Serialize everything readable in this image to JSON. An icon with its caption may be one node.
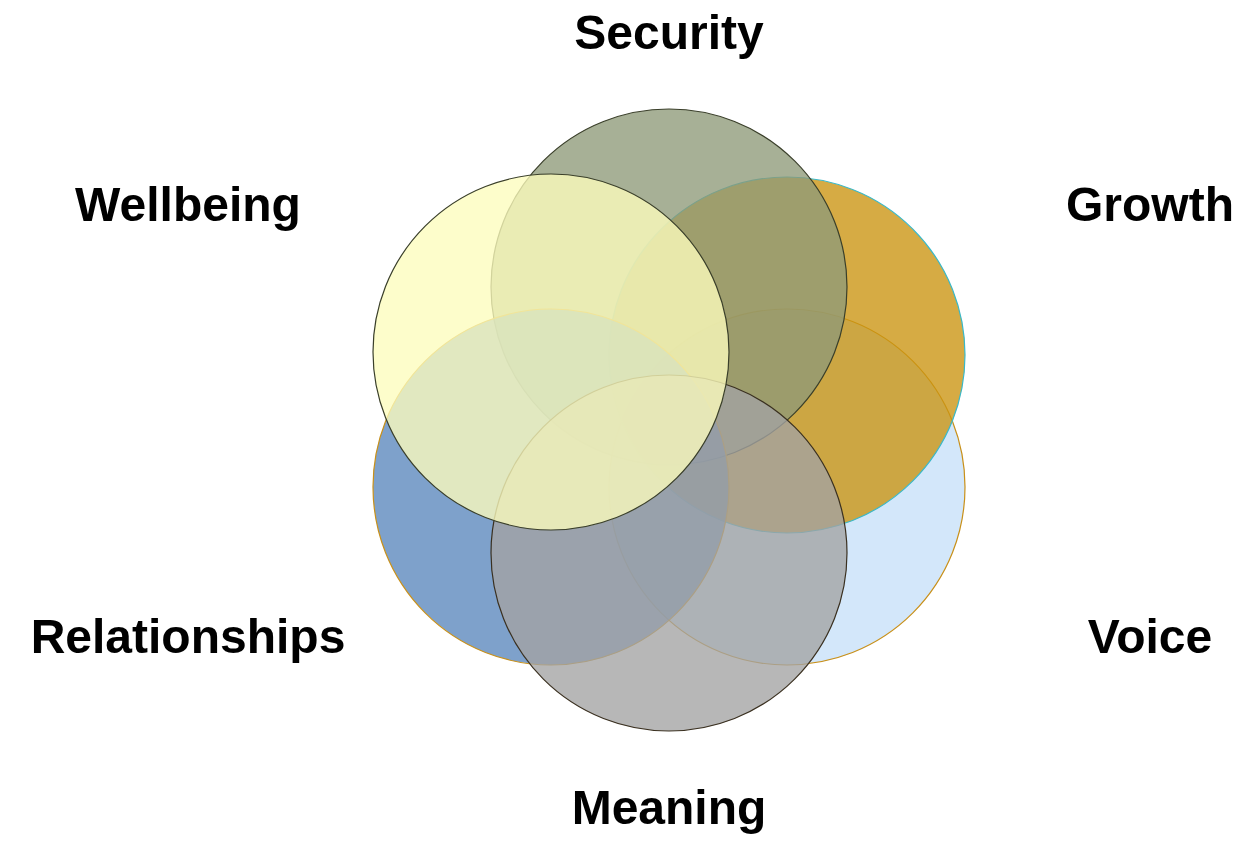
{
  "diagram": {
    "nodes": [
      {
        "text": [],
        "shape": "circle",
        "beside": [
          "Security"
        ]
      },
      {
        "text": [],
        "shape": "circle",
        "beside": [
          "Growth"
        ]
      },
      {
        "text": [],
        "shape": "circle",
        "beside": [
          "Voice"
        ]
      },
      {
        "text": [],
        "shape": "circle",
        "beside": [
          "Meaning"
        ]
      },
      {
        "text": [],
        "shape": "circle",
        "beside": [
          "Relationships"
        ]
      },
      {
        "text": [],
        "shape": "circle",
        "beside": [
          "Wellbeing"
        ]
      }
    ]
  }
}
